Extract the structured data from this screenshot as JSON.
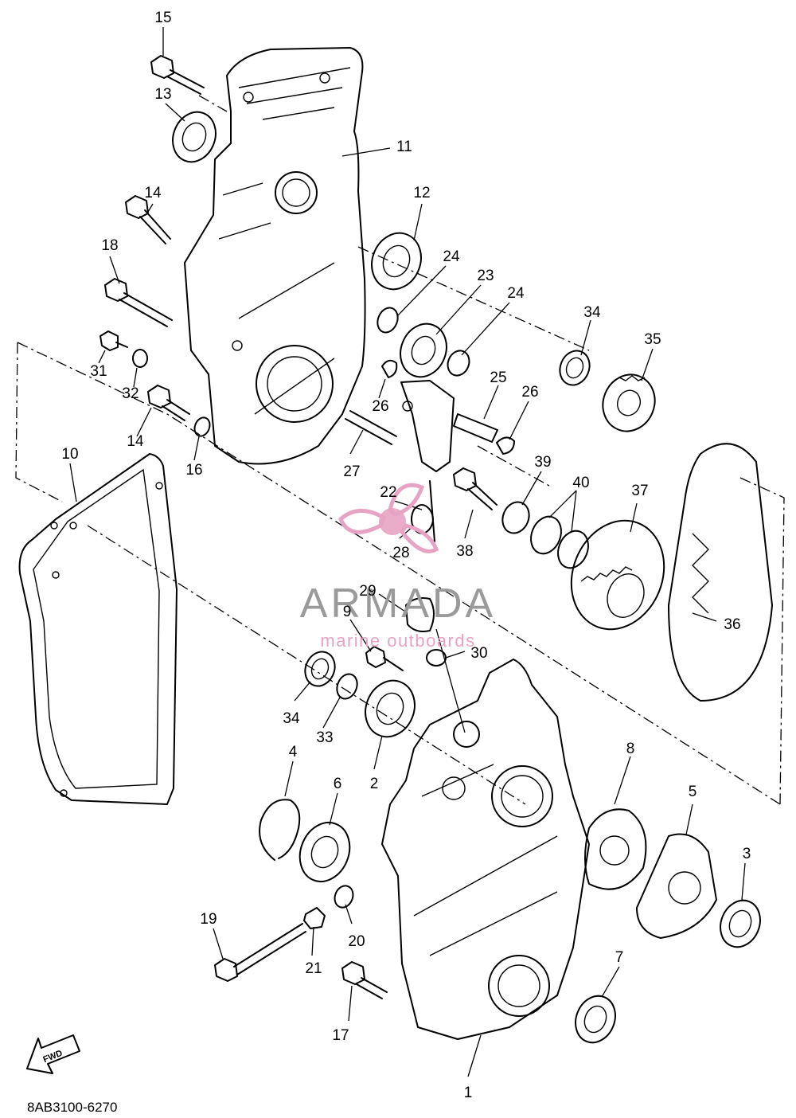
{
  "callouts": [
    "15",
    "13",
    "11",
    "14",
    "12",
    "18",
    "24",
    "23",
    "24",
    "34",
    "35",
    "31",
    "32",
    "14",
    "16",
    "26",
    "25",
    "26",
    "27",
    "10",
    "22",
    "28",
    "39",
    "40",
    "37",
    "38",
    "36",
    "29",
    "9",
    "30",
    "34",
    "33",
    "2",
    "4",
    "6",
    "8",
    "5",
    "3",
    "19",
    "20",
    "21",
    "17",
    "7",
    "1"
  ],
  "diagram_code": "8AB3100-6270",
  "fwd_label": "FWD",
  "watermark": {
    "brand": "ARMADA",
    "tagline": "marine outboards",
    "colors": {
      "text": "#9a9a9a",
      "accent": "#e7a3c3"
    }
  }
}
